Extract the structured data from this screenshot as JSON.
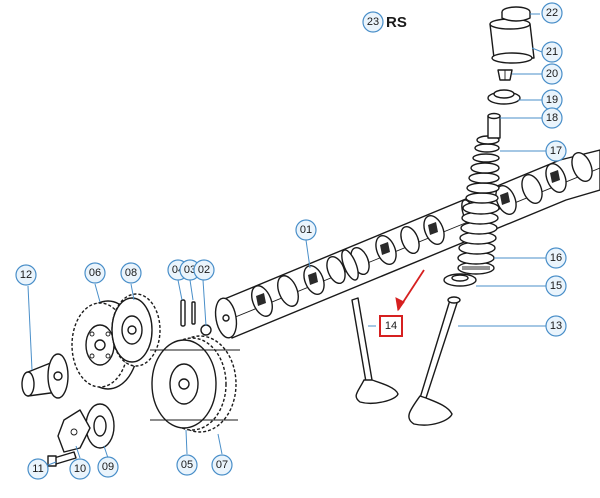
{
  "rs_label": "RS",
  "accent_color": "#4a8fc9",
  "highlight_color": "#d62020",
  "callouts": {
    "c01": "01",
    "c02": "02",
    "c03": "03",
    "c04": "04",
    "c05": "05",
    "c06": "06",
    "c07": "07",
    "c08": "08",
    "c09": "09",
    "c10": "10",
    "c11": "11",
    "c12": "12",
    "c13": "13",
    "c14": "14",
    "c15": "15",
    "c16": "16",
    "c17": "17",
    "c18": "18",
    "c19": "19",
    "c20": "20",
    "c21": "21",
    "c22": "22",
    "c23": "23"
  },
  "highlighted_part": "14"
}
